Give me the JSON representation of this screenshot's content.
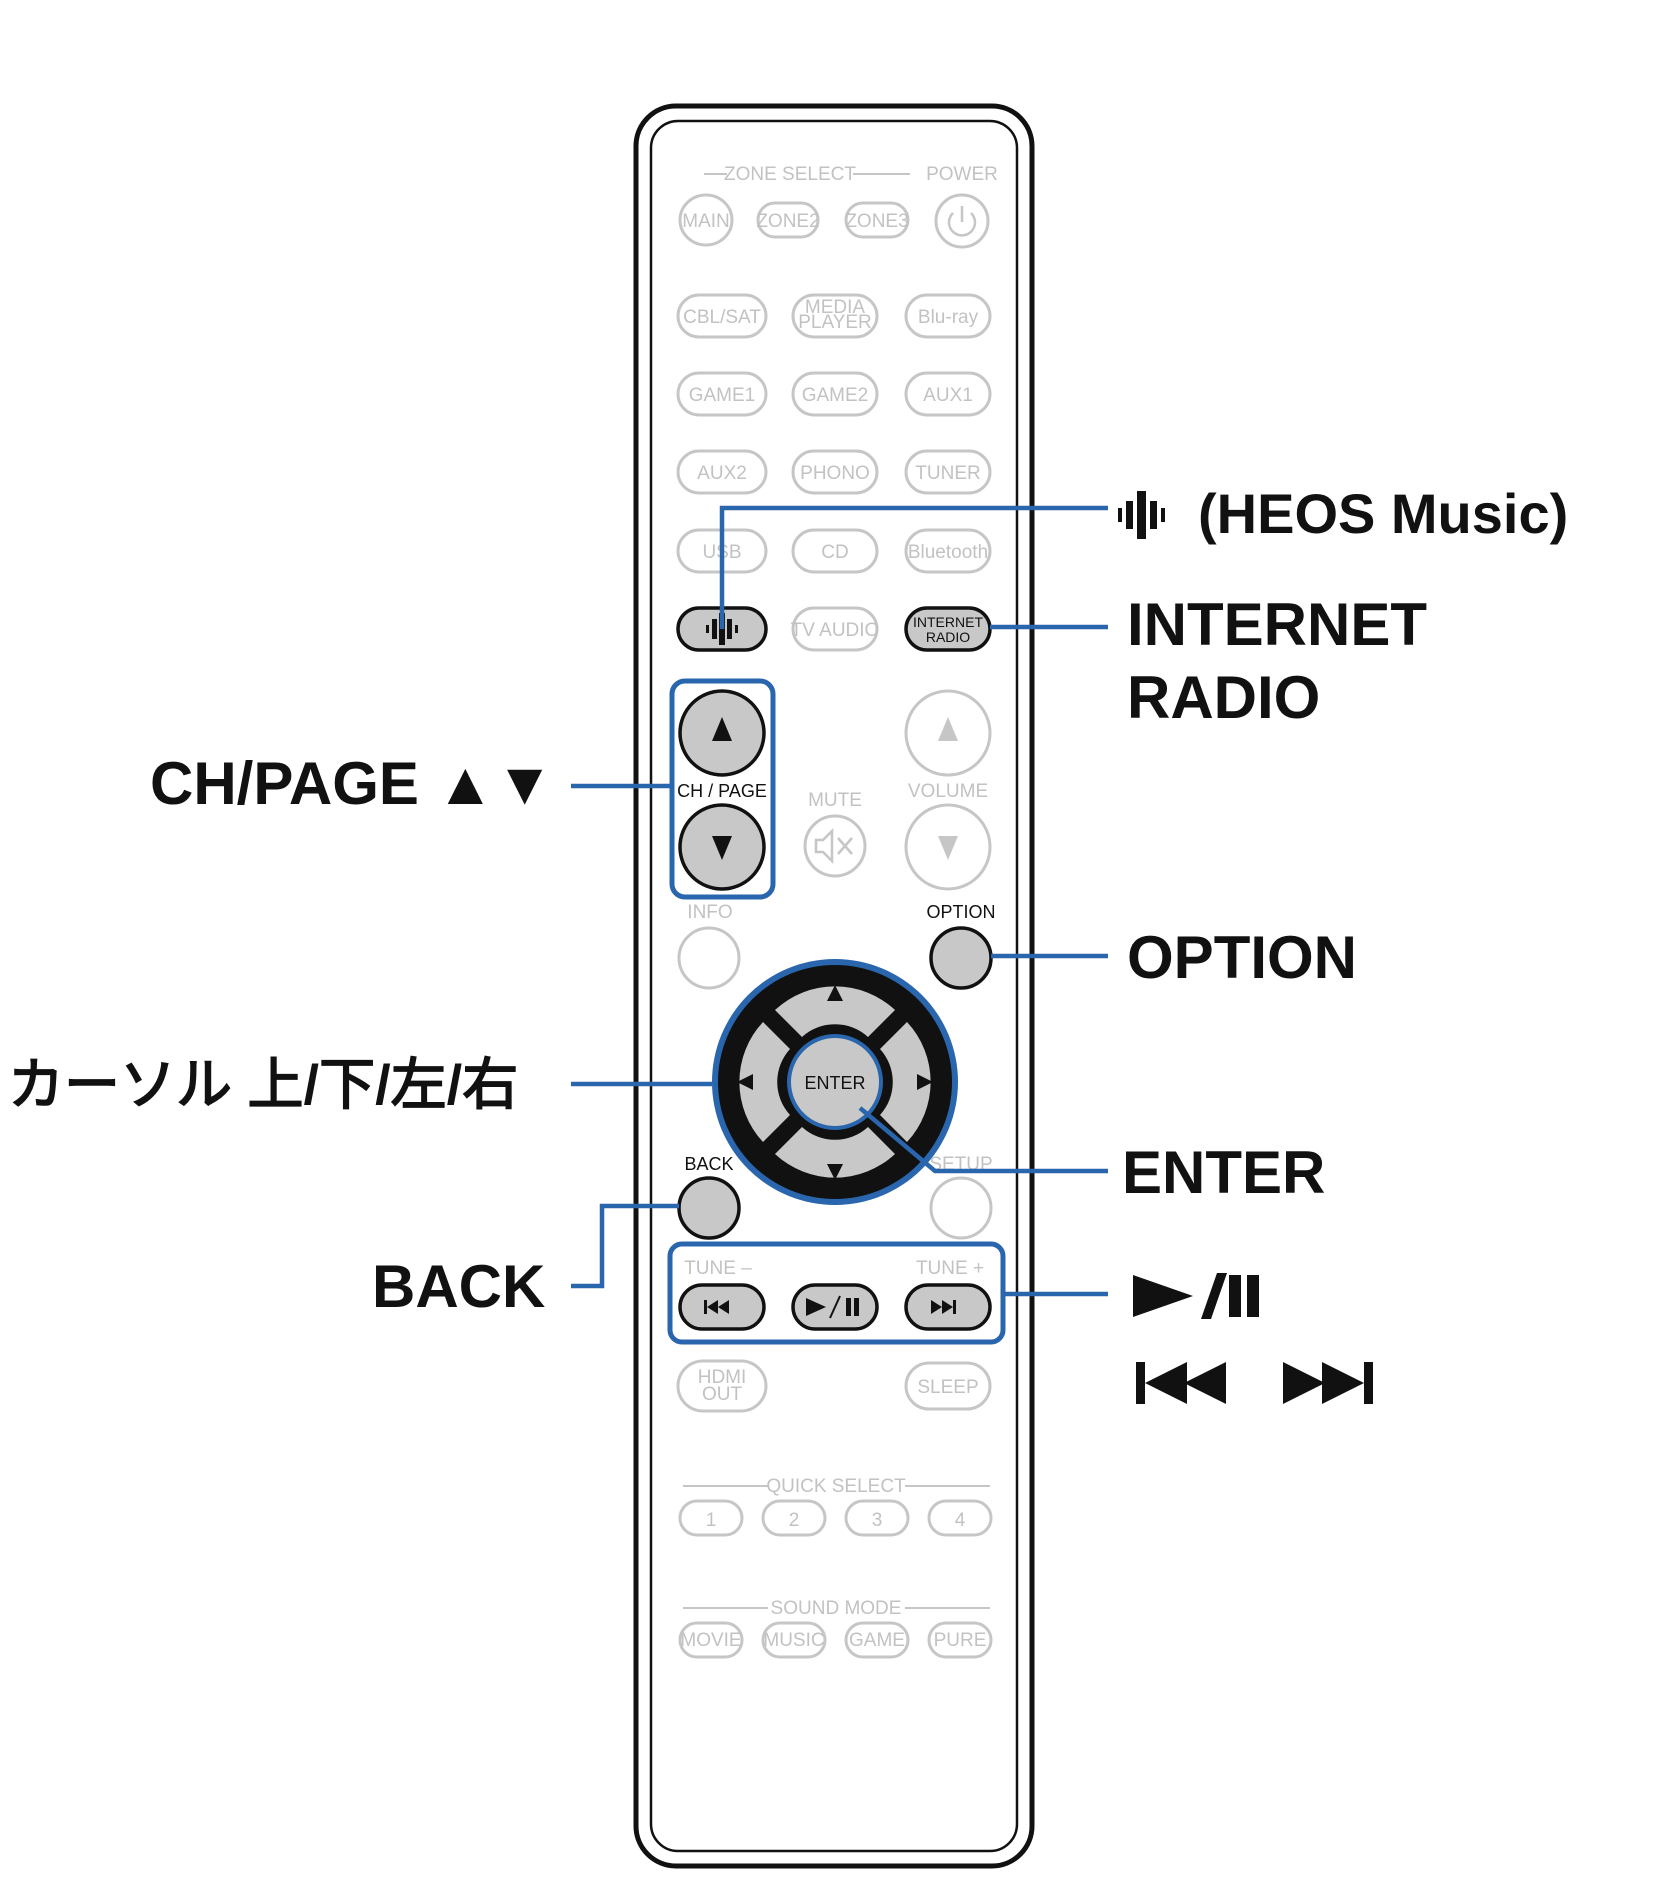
{
  "remote": {
    "zone_select": "ZONE SELECT",
    "power": "POWER",
    "zone_buttons": [
      "MAIN",
      "ZONE2",
      "ZONE3"
    ],
    "source_row1": [
      "CBL/SAT",
      "MEDIA",
      "PLAYER",
      "Blu-ray"
    ],
    "source_row2": [
      "GAME1",
      "GAME2",
      "AUX1"
    ],
    "source_row3": [
      "AUX2",
      "PHONO",
      "TUNER"
    ],
    "source_row4": [
      "USB",
      "CD",
      "Bluetooth"
    ],
    "tv_audio": "TV AUDIO",
    "internet_radio_1": "INTERNET",
    "internet_radio_2": "RADIO",
    "ch_page": "CH / PAGE",
    "mute": "MUTE",
    "volume": "VOLUME",
    "info": "INFO",
    "option": "OPTION",
    "enter": "ENTER",
    "back": "BACK",
    "setup": "SETUP",
    "tune_minus": "TUNE –",
    "tune_plus": "TUNE +",
    "hdmi_out_1": "HDMI",
    "hdmi_out_2": "OUT",
    "sleep": "SLEEP",
    "quick_select": "QUICK SELECT",
    "quick_buttons": [
      "1",
      "2",
      "3",
      "4"
    ],
    "sound_mode": "SOUND MODE",
    "sound_buttons": [
      "MOVIE",
      "MUSIC",
      "GAME",
      "PURE"
    ]
  },
  "callouts": {
    "heos": "(HEOS Music)",
    "internet_radio_1": "INTERNET",
    "internet_radio_2": "RADIO",
    "ch_page": "CH/PAGE ▲▼",
    "option": "OPTION",
    "cursor": "カーソル 上/下/左/右",
    "enter": "ENTER",
    "back": "BACK"
  },
  "colors": {
    "highlight": "#2a66ad",
    "active_button": "#c8c8c8",
    "inactive": "#c6c6c6"
  }
}
